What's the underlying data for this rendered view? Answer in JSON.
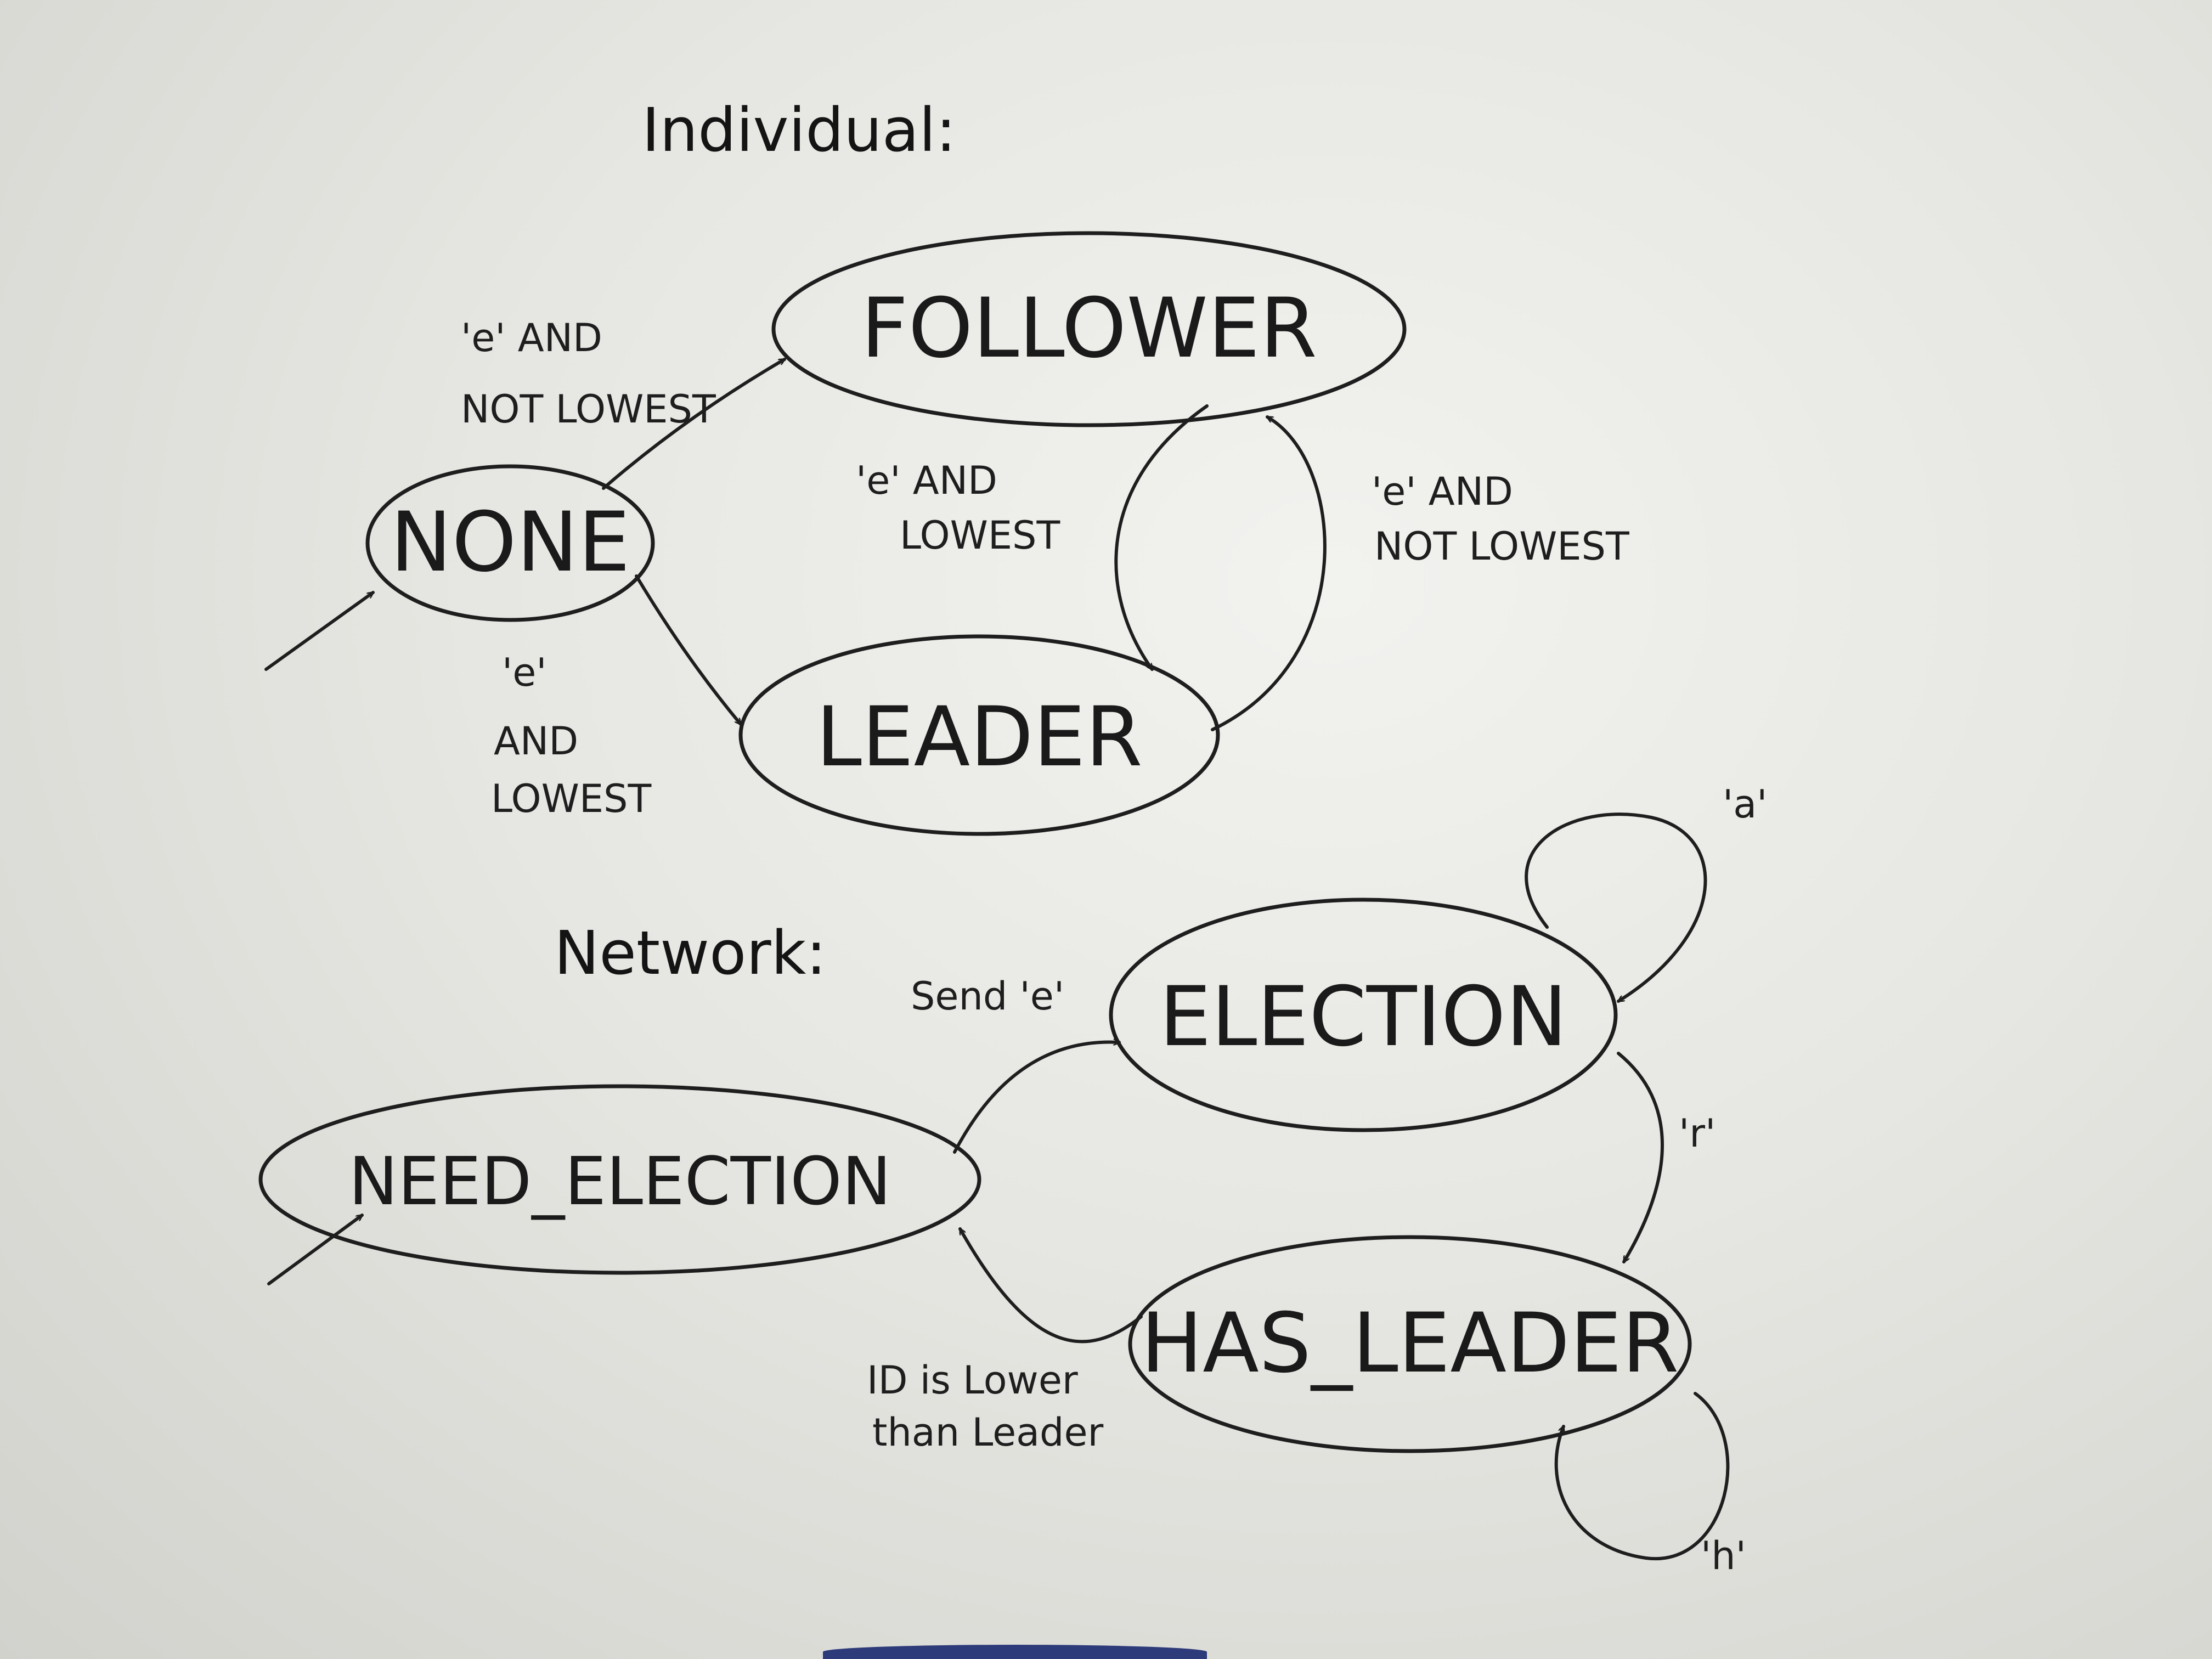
{
  "sections": {
    "individual_title": "Individual:",
    "network_title": "Network:"
  },
  "nodes": {
    "none": "NONE",
    "follower": "FOLLOWER",
    "leader": "LEADER",
    "election": "ELECTION",
    "need_election": "NEED_ELECTION",
    "has_leader": "HAS_LEADER"
  },
  "edges": {
    "none_to_follower": [
      "'e' AND",
      "NOT LOWEST"
    ],
    "none_to_leader": [
      "'e'",
      "AND",
      "LOWEST"
    ],
    "follower_to_leader": [
      "'e' AND",
      "LOWEST"
    ],
    "leader_to_follower": [
      "'e' AND",
      "NOT LOWEST"
    ],
    "need_to_election": "Send 'e'",
    "election_self": "'a'",
    "election_to_has_leader": "'r'",
    "has_leader_self": "'h'",
    "has_leader_to_need": [
      "ID is Lower",
      "than Leader"
    ]
  },
  "colors": {
    "ink": "#1e1e1e",
    "board": "#e6e6e2",
    "marker_tray": "#2d3b7a"
  }
}
